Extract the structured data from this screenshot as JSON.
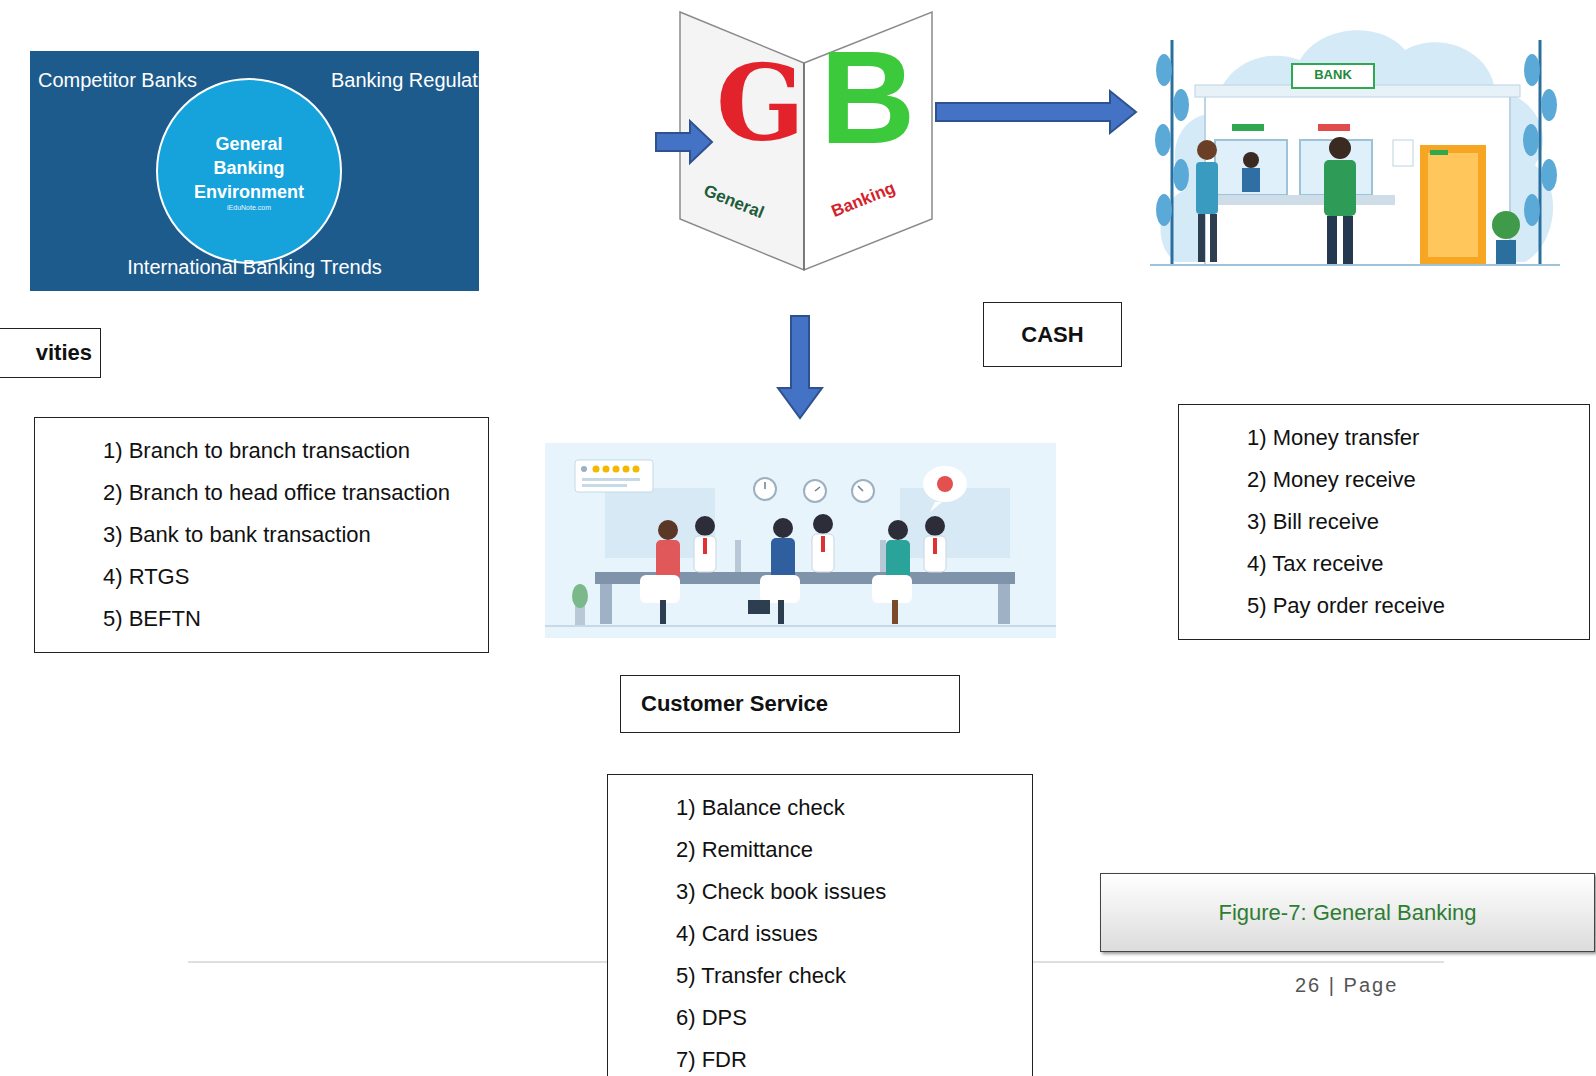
{
  "diagram": {
    "caption": "Figure-7: General Banking",
    "nodes": [
      {
        "text": [
          "Competitor Banks",
          "Banking Regulations",
          "International Banking Trends"
        ]
      },
      {
        "text": [
          "General Banking Environment",
          "iEduNote.com"
        ],
        "in": 0
      },
      {
        "text": [
          "G",
          "General",
          "B",
          "Banking"
        ]
      },
      {
        "text": [
          "BANK"
        ]
      },
      {
        "text": [
          "vities"
        ]
      },
      {
        "text": [
          "CASH"
        ]
      },
      {
        "text": [
          "1) Branch to branch transaction",
          "2) Branch to head office transaction",
          "3) Bank to bank transaction",
          "4) RTGS",
          "5) BEFTN"
        ]
      },
      {
        "text": [
          "1) Money transfer",
          "2) Money receive",
          "3) Bill receive",
          "4) Tax receive",
          "5) Pay order receive"
        ]
      },
      {
        "text": [
          "Customer Service"
        ]
      },
      {
        "text": [
          "1) Balance check",
          "2) Remittance",
          "3) Check book issues",
          "4) Card issues",
          "5) Transfer check",
          "6) DPS",
          "7) FDR"
        ]
      }
    ],
    "edges": [
      {
        "from": 2,
        "to": 3,
        "arrow": "to"
      }
    ],
    "labels": [
      "26 | Page"
    ]
  }
}
